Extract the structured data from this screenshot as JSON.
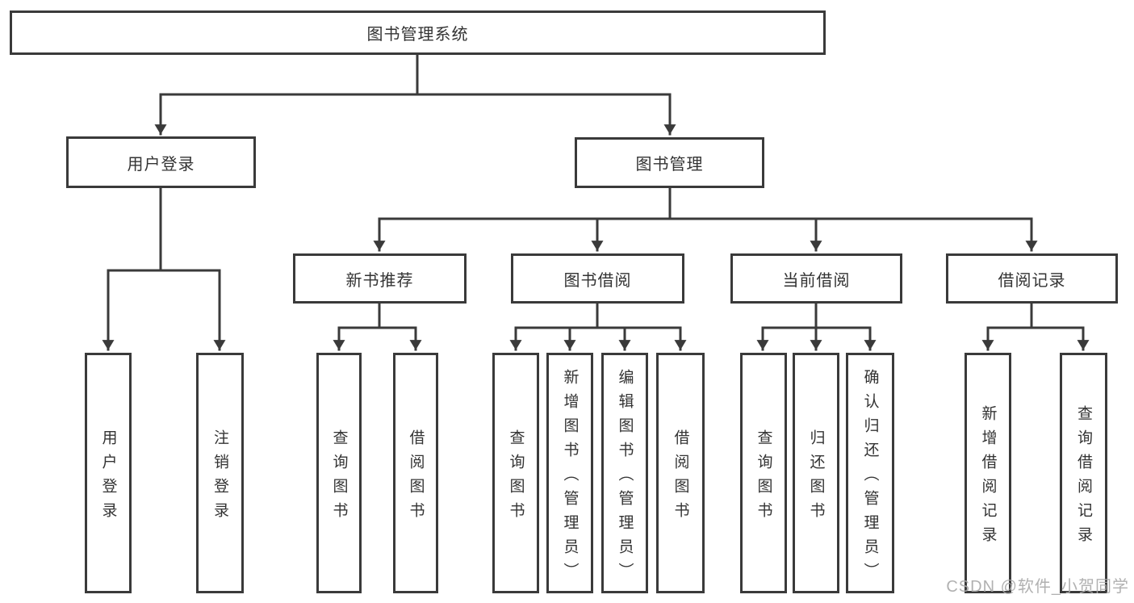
{
  "diagram": {
    "type": "hierarchy-diagram",
    "colors": {
      "line": "#3a3a3a",
      "box_border": "#3a3a3a",
      "text": "#333333",
      "background": "#ffffff",
      "watermark": "#a8a8a8"
    },
    "tree": {
      "label": "图书管理系统",
      "children": [
        {
          "label": "用户登录",
          "children": [
            {
              "label": "用户登录"
            },
            {
              "label": "注销登录"
            }
          ]
        },
        {
          "label": "图书管理",
          "children": [
            {
              "label": "新书推荐",
              "children": [
                {
                  "label": "查询图书"
                },
                {
                  "label": "借阅图书"
                }
              ]
            },
            {
              "label": "图书借阅",
              "children": [
                {
                  "label": "查询图书"
                },
                {
                  "label": "新增图书（管理员）"
                },
                {
                  "label": "编辑图书（管理员）"
                },
                {
                  "label": "借阅图书"
                }
              ]
            },
            {
              "label": "当前借阅",
              "children": [
                {
                  "label": "查询图书"
                },
                {
                  "label": "归还图书"
                },
                {
                  "label": "确认归还（管理员）"
                }
              ]
            },
            {
              "label": "借阅记录",
              "children": [
                {
                  "label": "新增借阅记录"
                },
                {
                  "label": "查询借阅记录"
                }
              ]
            }
          ]
        }
      ]
    },
    "watermark": {
      "text": "CSDN @软件_小贺同学"
    }
  }
}
